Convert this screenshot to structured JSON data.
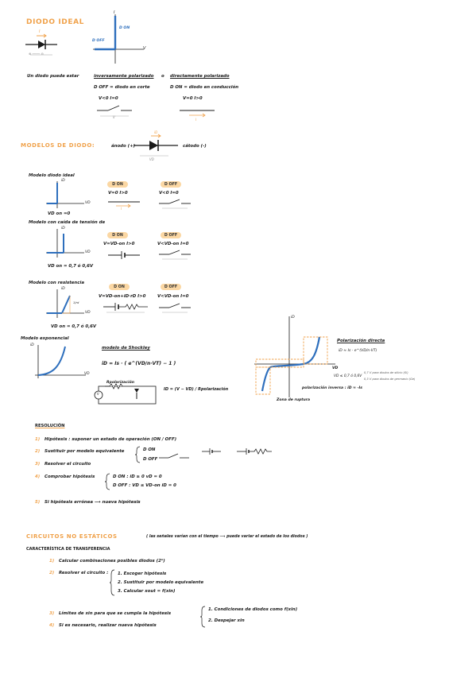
{
  "colors": {
    "accent_orange": "#f0a24b",
    "pill_orange": "#fbd7a3",
    "curve_blue": "#2e6fbd",
    "ink": "#1a1a1a"
  },
  "diodo_ideal": {
    "title": "DIODO IDEAL",
    "current_label": "I",
    "voltage_sign": "⊕ ──── ⊖",
    "graph_y": "I",
    "graph_x": "V",
    "don_label": "D ON",
    "doff_label": "D OFF",
    "intro": "Un diodo puede estar",
    "intro_a": "inversamente polarizado",
    "intro_and": "o",
    "intro_b": "directamente polarizado",
    "doff_text": "D OFF = diodo en corte",
    "don_text": "D ON = diodo en conducción",
    "doff_cond": "V<0   I=0",
    "don_cond": "V=0   I>0",
    "v_label": "V",
    "i_label": "I"
  },
  "modelos": {
    "title": "MODELOS DE DIODO:",
    "anodo": "ánodo (+)",
    "catodo": "cátodo (-)",
    "id_label": "iD",
    "vd_label": "VD",
    "ideal": {
      "heading": "Modelo diodo ideal",
      "axis_y": "iD",
      "axis_x": "VD",
      "foot": "VD on =0",
      "don": "D ON",
      "doff": "D OFF",
      "don_cond": "V=0   I>0",
      "doff_cond": "V<0   I=0",
      "i_label": "I"
    },
    "fuente": {
      "heading": "Modelo con caída de tensión de",
      "axis_y": "iD",
      "axis_x": "VD",
      "foot": "VD on = 0,7 ó 0,6V",
      "don": "D ON",
      "doff": "D OFF",
      "don_cond": "V=VD-on   I>0",
      "doff_cond": "V<VD-on   I=0"
    },
    "resist": {
      "heading": "Modelo con resistencia",
      "axis_y": "iD",
      "axis_x": "VD",
      "slope": "1/rd",
      "foot": "VD on = 0,7 ó 0,6V",
      "don": "D ON",
      "doff": "D OFF",
      "don_cond": "V=VD-on+iD·rD   I>0",
      "doff_cond": "V<VD-on   I=0"
    },
    "expo": {
      "heading": "Modelo exponencial",
      "axis_y": "iD",
      "axis_x": "VD",
      "shockley_title": "modelo de Shockley",
      "shockley_eq": "iD = Is · ( e^(VD/n·VT) − 1 )",
      "r_label": "Rpolarización",
      "v_source": "V",
      "id_eq": "ID = (V − VD) / Rpolarización",
      "pol_directa": "Polarización directa",
      "pol_directa_eq": "iD ≈ Is · e^(VD/n·VT)",
      "pol_inversa": "polarización inversa : iD ≈ -Is",
      "ruptura": "Zona de ruptura",
      "vd_cond": "VD ≤ 0,7 ó 0,6V",
      "note_1": "0,7 V para diodos de silicio (Si)",
      "note_2": "0,3 V para diodos de germanio (Ge)",
      "big_axis_y": "iD",
      "big_axis_x": "VD"
    }
  },
  "resolucion": {
    "title": "RESOLUCIÓN",
    "steps": [
      {
        "n": "1)",
        "text": "Hipótesis : suponer un estado de operación (ON / OFF)"
      },
      {
        "n": "2)",
        "text": "Sustituir por modelo equivalente"
      },
      {
        "n": "3)",
        "text": "Resolver el circuito"
      },
      {
        "n": "4)",
        "text": "Comprobar hipótesis"
      },
      {
        "n": "5)",
        "text": "Si hipótesis errónea ⟶ nueva hipótesis"
      }
    ],
    "don": "D ON",
    "doff": "D OFF",
    "check_on": "D ON : iD ≥ 0      vD = 0",
    "check_off": "D OFF : VD ≤ VD-on      iD = 0"
  },
  "circuitos": {
    "title": "CIRCUITOS  NO ESTÁTICOS",
    "subtitle": "( las señales varían con el tiempo ⟶ puede variar el estado de los diodos )",
    "caracteristica": "CARACTERÍSTICA DE TRANSFERENCIA",
    "steps": [
      {
        "n": "1)",
        "text": "Calcular combinaciones posibles diodos (2ⁿ)"
      },
      {
        "n": "2)",
        "text": "Resolver el circuito :"
      },
      {
        "n": "3)",
        "text": "Límites de xin para que se cumpla la hipótesis"
      },
      {
        "n": "4)",
        "text": "Si es necesario, realizar nueva hipótesis"
      }
    ],
    "sub_steps": [
      "1. Escoger hipótesis",
      "2. Sustituir por modelo equivalente",
      "3. Calcular xout = f(xin)"
    ],
    "limit_steps": [
      "1. Condiciones de diodos como f(xin)",
      "2. Despejar xin"
    ]
  }
}
